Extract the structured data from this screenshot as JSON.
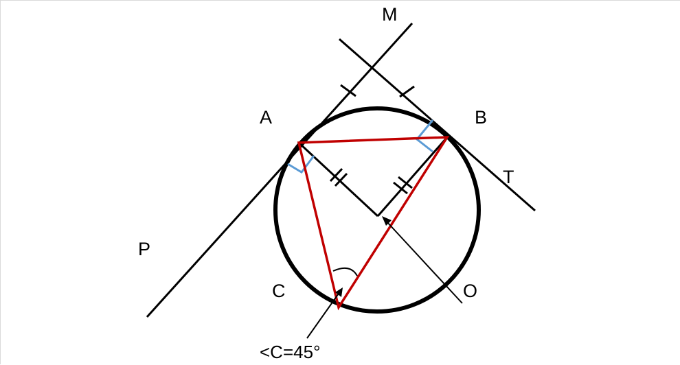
{
  "labels": {
    "M": "M",
    "A": "A",
    "B": "B",
    "T": "T",
    "P": "P",
    "C": "C",
    "O": "O"
  },
  "annotation": "<C=45°",
  "colors": {
    "lines": "#000000",
    "triangle": "#c00000",
    "right_angle": "#5b9bd5",
    "circle": "#000000"
  }
}
